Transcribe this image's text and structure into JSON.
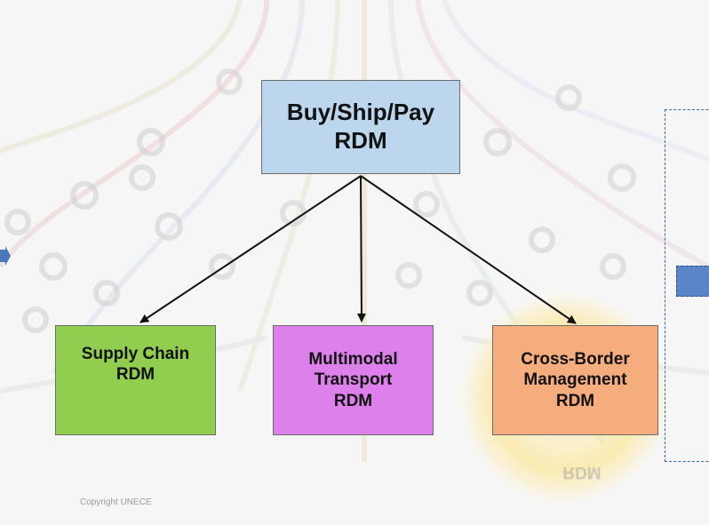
{
  "diagram": {
    "top_box": {
      "label": "Buy/Ship/Pay\nRDM"
    },
    "children": [
      {
        "label": "Supply Chain\nRDM"
      },
      {
        "label": "Multimodal\nTransport\nRDM"
      },
      {
        "label": "Cross-Border\nManagement\nRDM"
      }
    ],
    "reflection_text": "RDM",
    "copyright": "Copyright UNECE"
  },
  "colors": {
    "top_box": "#bcd6ee",
    "supply_chain": "#91cd4f",
    "multimodal": "#dd80ec",
    "cross_border": "#f5ad7d",
    "highlight_glow": "#ffe27a",
    "panel_border": "#3c64a8",
    "panel_block": "#5a85c8"
  }
}
